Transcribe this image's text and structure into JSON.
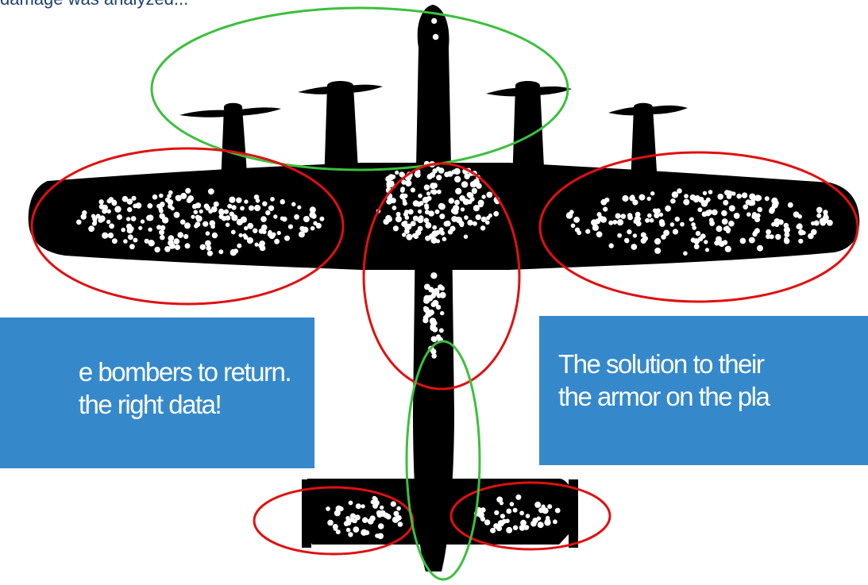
{
  "header": {
    "text": "damage was analyzed..."
  },
  "callouts": {
    "left": {
      "line1": "e bombers to return.",
      "line2": "the right data!"
    },
    "right": {
      "line1": "The solution to their",
      "line2": "the armor on the pla"
    }
  },
  "colors": {
    "plane": "#000000",
    "bullet_holes": "#ffffff",
    "hit_region_outline": "#e01010",
    "unhit_region_outline": "#3cc03c",
    "callout_background": "#3589cb",
    "callout_text": "#ffffff",
    "header_text": "#1f3f73"
  }
}
